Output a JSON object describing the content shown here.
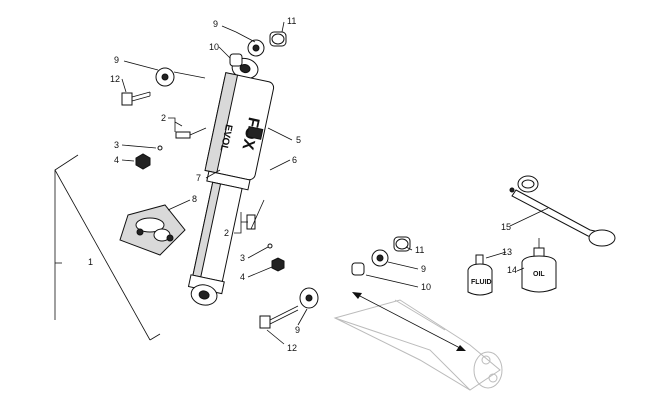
{
  "callouts": {
    "c1": "1",
    "c2a": "2",
    "c2b": "2",
    "c3a": "3",
    "c3b": "3",
    "c4a": "4",
    "c4b": "4",
    "c5": "5",
    "c6": "6",
    "c7": "7",
    "c8": "8",
    "c9a": "9",
    "c9b": "9",
    "c9c": "9",
    "c9d": "9",
    "c10a": "10",
    "c10b": "10",
    "c11a": "11",
    "c11b": "11",
    "c12a": "12",
    "c12b": "12",
    "c13": "13",
    "c14": "14",
    "c15": "15"
  },
  "labels": {
    "brand_logo": "FOX",
    "model_logo": "EVOL",
    "fluid_bottle": "FLUID",
    "oil_bottle": "OIL"
  }
}
